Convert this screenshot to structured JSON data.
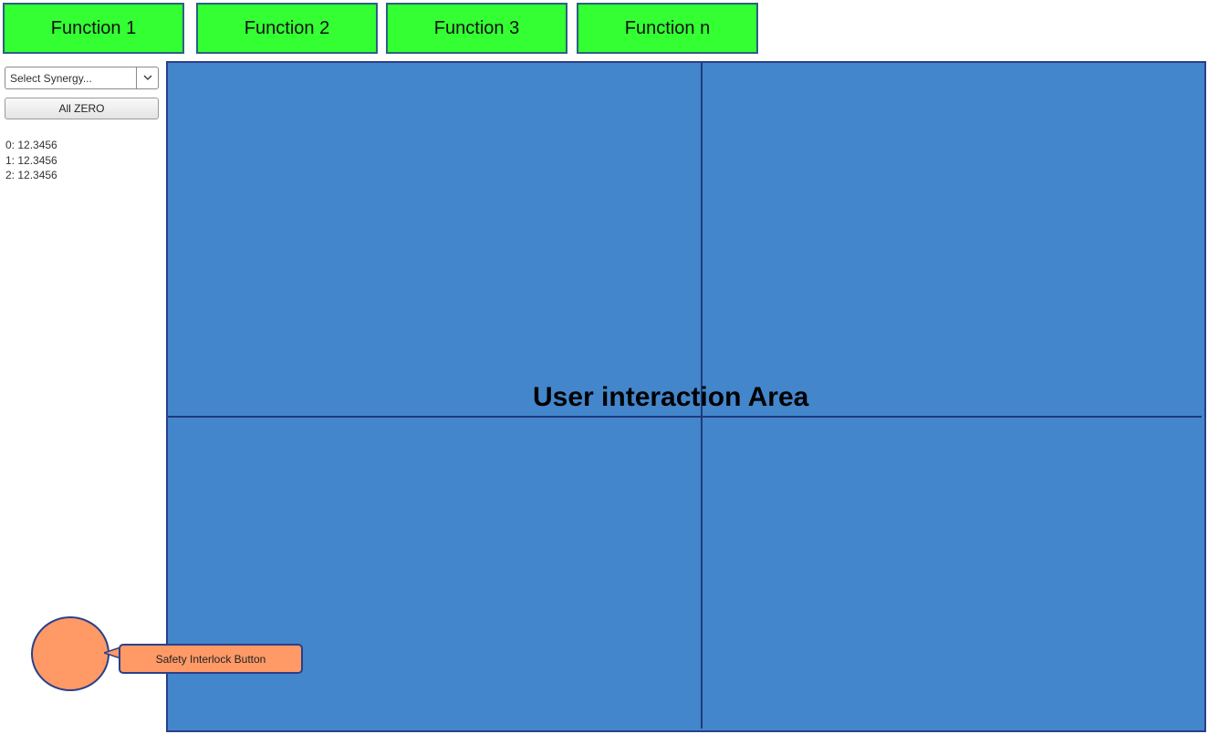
{
  "functions": [
    {
      "label": "Function 1"
    },
    {
      "label": "Function 2"
    },
    {
      "label": "Function 3"
    },
    {
      "label": "Function n"
    }
  ],
  "sidebar": {
    "select_value": "Select Synergy...",
    "zero_button_label": "All ZERO",
    "values": [
      {
        "text": "0: 12.3456"
      },
      {
        "text": "1: 12.3456"
      },
      {
        "text": "2: 12.3456"
      }
    ]
  },
  "main": {
    "area_label": "User interaction Area"
  },
  "interlock": {
    "callout_label": "Safety Interlock Button"
  },
  "colors": {
    "function_button": "#33ff33",
    "interaction_area": "#4386cc",
    "interlock": "#ff9966",
    "border": "#2b3f8a"
  }
}
